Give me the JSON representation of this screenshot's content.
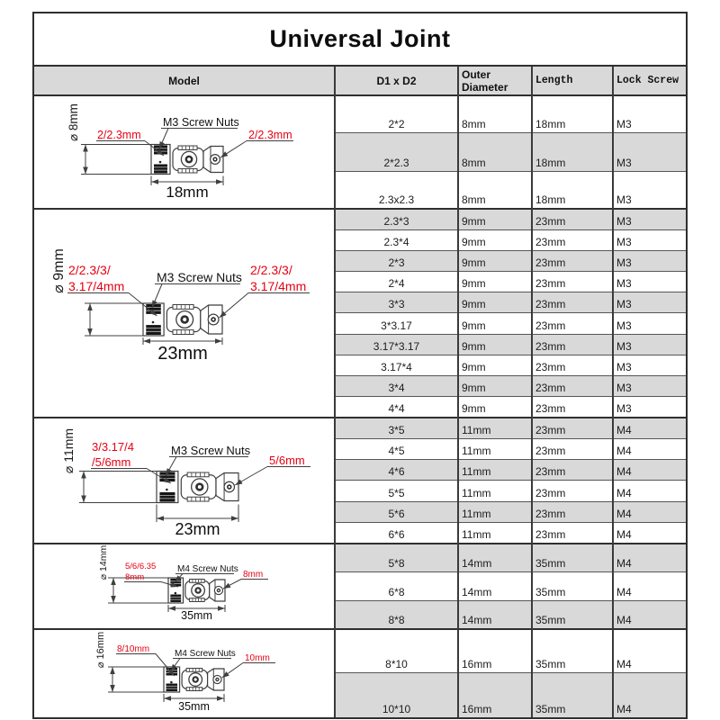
{
  "title": "Universal Joint",
  "header": {
    "model": "Model",
    "d1xd2": "D1 x D2",
    "outer": "Outer Diameter",
    "length": "Length",
    "lock": "Lock Screw"
  },
  "colors": {
    "accent_red": "#e60012",
    "row_alt_gray": "#d9d9d9",
    "line_dark": "#3f3f3f"
  },
  "groups": [
    {
      "diagram": {
        "diameter": "⌀ 8mm",
        "left": [
          "2/2.3mm"
        ],
        "nuts": "M3 Screw Nuts",
        "right": [
          "2/2.3mm"
        ],
        "length": "18mm"
      },
      "rows": [
        [
          "2*2",
          "8mm",
          "18mm",
          "M3"
        ],
        [
          "2*2.3",
          "8mm",
          "18mm",
          "M3"
        ],
        [
          "2.3x2.3",
          "8mm",
          "18mm",
          "M3"
        ]
      ]
    },
    {
      "diagram": {
        "diameter": "⌀ 9mm",
        "left": [
          "2/2.3/3/",
          "3.17/4mm"
        ],
        "nuts": "M3 Screw Nuts",
        "right": [
          "2/2.3/3/",
          "3.17/4mm"
        ],
        "length": "23mm"
      },
      "rows": [
        [
          "2.3*3",
          "9mm",
          "23mm",
          "M3"
        ],
        [
          "2.3*4",
          "9mm",
          "23mm",
          "M3"
        ],
        [
          "2*3",
          "9mm",
          "23mm",
          "M3"
        ],
        [
          "2*4",
          "9mm",
          "23mm",
          "M3"
        ],
        [
          "3*3",
          "9mm",
          "23mm",
          "M3"
        ],
        [
          "3*3.17",
          "9mm",
          "23mm",
          "M3"
        ],
        [
          "3.17*3.17",
          "9mm",
          "23mm",
          "M3"
        ],
        [
          "3.17*4",
          "9mm",
          "23mm",
          "M3"
        ],
        [
          "3*4",
          "9mm",
          "23mm",
          "M3"
        ],
        [
          "4*4",
          "9mm",
          "23mm",
          "M3"
        ]
      ]
    },
    {
      "diagram": {
        "diameter": "⌀ 11mm",
        "left": [
          "3/3.17/4",
          "/5/6mm"
        ],
        "nuts": "M3 Screw Nuts",
        "right": [
          "5/6mm"
        ],
        "length": "23mm"
      },
      "rows": [
        [
          "3*5",
          "11mm",
          "23mm",
          "M4"
        ],
        [
          "4*5",
          "11mm",
          "23mm",
          "M4"
        ],
        [
          "4*6",
          "11mm",
          "23mm",
          "M4"
        ],
        [
          "5*5",
          "11mm",
          "23mm",
          "M4"
        ],
        [
          "5*6",
          "11mm",
          "23mm",
          "M4"
        ],
        [
          "6*6",
          "11mm",
          "23mm",
          "M4"
        ]
      ]
    },
    {
      "diagram": {
        "diameter": "⌀ 14mm",
        "left": [
          "5/6/6.35",
          "8mm"
        ],
        "nuts": "M4 Screw Nuts",
        "right": [
          "8mm"
        ],
        "length": "35mm"
      },
      "rows": [
        [
          "5*8",
          "14mm",
          "35mm",
          "M4"
        ],
        [
          "6*8",
          "14mm",
          "35mm",
          "M4"
        ],
        [
          "8*8",
          "14mm",
          "35mm",
          "M4"
        ]
      ]
    },
    {
      "diagram": {
        "diameter": "⌀ 16mm",
        "left": [
          "8/10mm"
        ],
        "nuts": "M4 Screw Nuts",
        "right": [
          "10mm"
        ],
        "length": "35mm"
      },
      "rows": [
        [
          "8*10",
          "16mm",
          "35mm",
          "M4"
        ],
        [
          "10*10",
          "16mm",
          "35mm",
          "M4"
        ]
      ]
    }
  ]
}
